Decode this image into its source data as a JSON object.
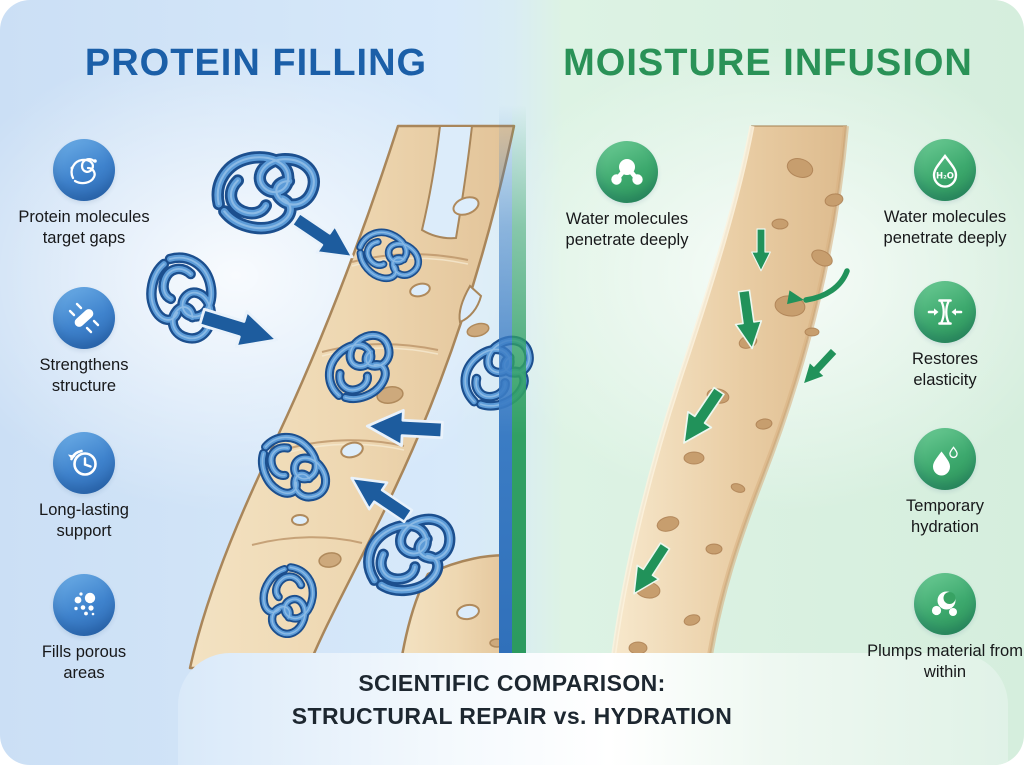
{
  "left_panel": {
    "title": "PROTEIN FILLING",
    "features": [
      {
        "icon": "protein-molecule-icon",
        "label": "Protein molecules target gaps"
      },
      {
        "icon": "strengthen-bandage-icon",
        "label": "Strengthens structure"
      },
      {
        "icon": "clock-history-icon",
        "label": "Long-lasting support"
      },
      {
        "icon": "porous-dots-icon",
        "label": "Fills porous areas"
      }
    ]
  },
  "right_panel": {
    "title": "MOISTURE INFUSION",
    "inner_feature": {
      "icon": "water-molecule-icon",
      "label": "Water molecules penetrate deeply"
    },
    "features": [
      {
        "icon": "h2o-droplet-icon",
        "label": "Water molecules penetrate deeply"
      },
      {
        "icon": "elasticity-arrows-icon",
        "label": "Restores elasticity"
      },
      {
        "icon": "droplets-icon",
        "label": "Temporary hydration"
      },
      {
        "icon": "molecule-spheres-icon",
        "label": "Plumps material from within"
      }
    ],
    "molecule_label": "H₂O"
  },
  "footer": {
    "line1": "SCIENTIFIC COMPARISON:",
    "line2": "STRUCTURAL REPAIR vs. HYDRATION"
  },
  "colors": {
    "title_blue": "#1b5fa8",
    "title_green": "#2a9257",
    "icon_blue": "#2d6cb6",
    "icon_green": "#2b9157",
    "arrow_blue": "#1d5c9e",
    "arrow_green": "#21925a",
    "shaft_tan": "#eed7b1",
    "panel_blue_bg": "#d7e9fa",
    "panel_green_bg": "#ddf3e4",
    "label_text": "#17181a"
  }
}
